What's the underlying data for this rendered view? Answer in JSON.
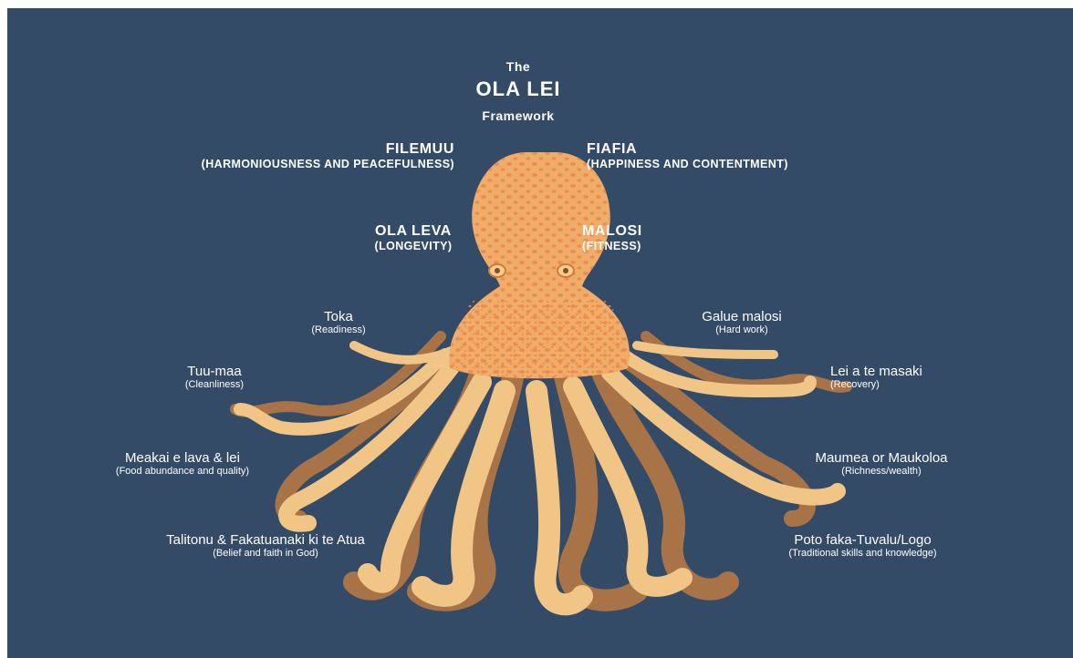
{
  "title": {
    "pre": "The",
    "main": "OLA LEI",
    "post": "Framework"
  },
  "head_labels": [
    {
      "id": "filemuu",
      "name": "FILEMUU",
      "meaning": "(HARMONIOUSNESS AND PEACEFULNESS)"
    },
    {
      "id": "fiafia",
      "name": "FIAFIA",
      "meaning": "(HAPPINESS AND CONTENTMENT)"
    },
    {
      "id": "ola-leva",
      "name": "OLA LEVA",
      "meaning": "(LONGEVITY)"
    },
    {
      "id": "malosi",
      "name": "MALOSI",
      "meaning": "(FITNESS)"
    }
  ],
  "tentacle_labels": [
    {
      "id": "toka",
      "name": "Toka",
      "meaning": "(Readiness)"
    },
    {
      "id": "tuu-maa",
      "name": "Tuu-maa",
      "meaning": "(Cleanliness)"
    },
    {
      "id": "meakai",
      "name": "Meakai e lava & lei",
      "meaning": "(Food abundance and quality)"
    },
    {
      "id": "talitonu",
      "name": "Talitonu & Fakatuanaki ki te Atua",
      "meaning": "(Belief and faith in God)"
    },
    {
      "id": "galue",
      "name": "Galue malosi",
      "meaning": "(Hard work)"
    },
    {
      "id": "lei-masaki",
      "name": "Lei a te masaki",
      "meaning": "(Recovery)"
    },
    {
      "id": "maumea",
      "name": "Maumea or Maukoloa",
      "meaning": "(Richness/wealth)"
    },
    {
      "id": "poto",
      "name": "Poto faka-Tuvalu/Logo",
      "meaning": "(Traditional skills and knowledge)"
    }
  ],
  "colors": {
    "background": "#344b68",
    "octopus_body": "#f0ad6a",
    "body_spots": "#e98a4c",
    "tentacle_light": "#f1c585",
    "tentacle_dark": "#a87447"
  }
}
